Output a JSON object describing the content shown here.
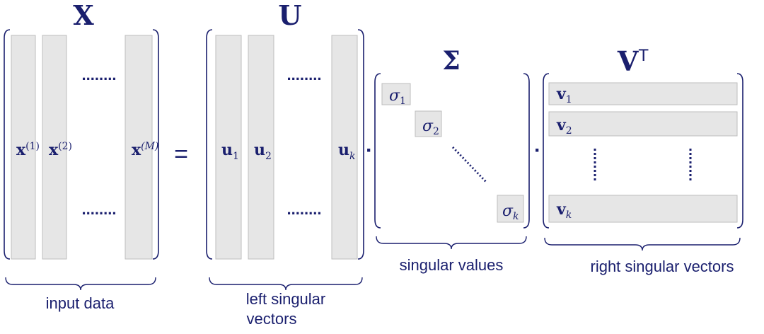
{
  "colors": {
    "ink": "#1a1f6e",
    "fill": "#e6e6e6",
    "box_stroke": "#bdbdbd",
    "bracket": "#1a1f6e"
  },
  "matrices": {
    "x": {
      "title": "X",
      "col1": "x",
      "col1_sup": "(1)",
      "col2": "x",
      "col2_sup": "(2)",
      "colm": "x",
      "colm_sup": "(M)",
      "caption": "input data"
    },
    "u": {
      "title": "U",
      "col1": "u",
      "col1_sub": "1",
      "col2": "u",
      "col2_sub": "2",
      "colk": "u",
      "colk_sub": "k",
      "caption_line1": "left singular",
      "caption_line2": "vectors"
    },
    "sigma": {
      "title": "Σ",
      "s1": "σ",
      "s1_sub": "1",
      "s2": "σ",
      "s2_sub": "2",
      "sk": "σ",
      "sk_sub": "k",
      "caption": "singular values"
    },
    "vt": {
      "title": "V",
      "title_sup": "T",
      "r1": "v",
      "r1_sub": "1",
      "r2": "v",
      "r2_sub": "2",
      "rk": "v",
      "rk_sub": "k",
      "caption": "right singular vectors"
    }
  },
  "operators": {
    "equals": "=",
    "dot": "·",
    "ellipsis": "........"
  }
}
